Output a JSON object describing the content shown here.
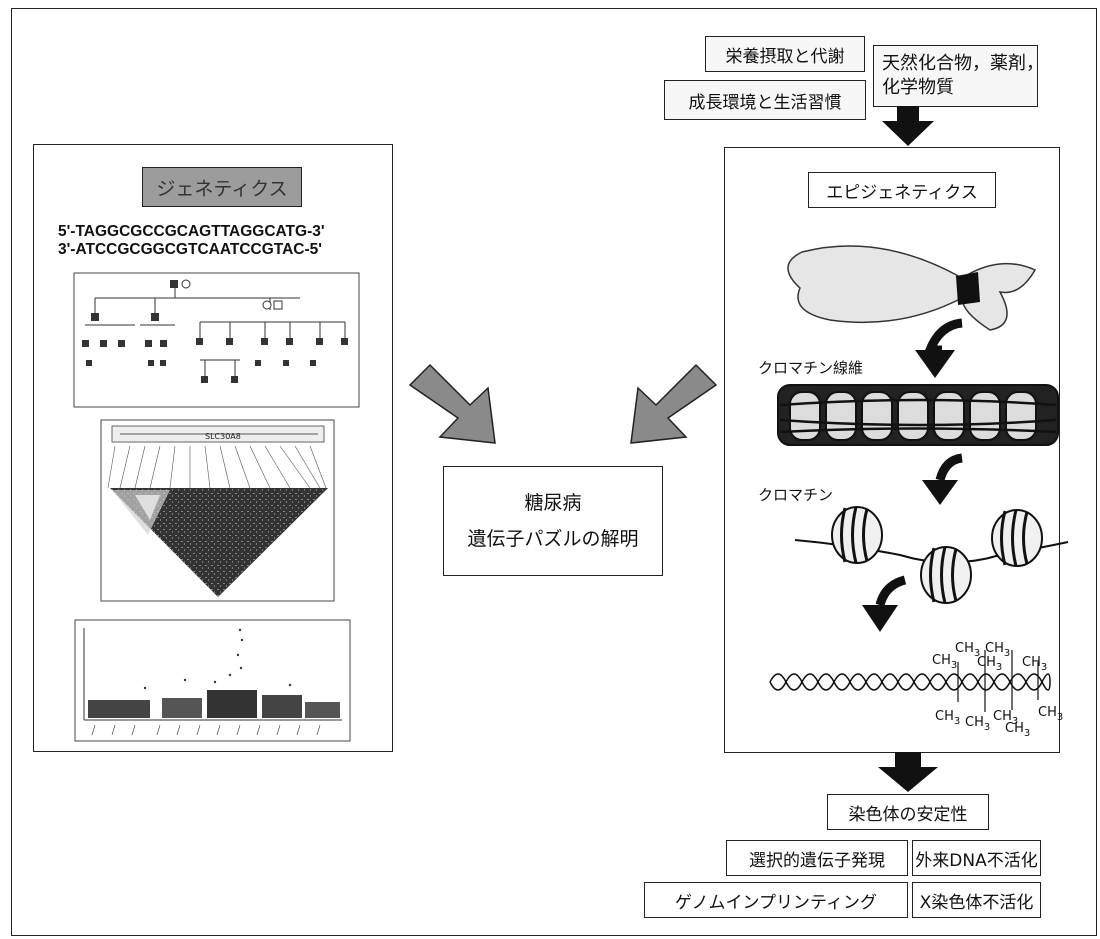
{
  "top_factors": {
    "nutrition": "栄養摂取と代謝",
    "environment": "成長環境と生活習慣",
    "chemicals_line1": "天然化合物，薬剤，",
    "chemicals_line2": "化学物質"
  },
  "genetics": {
    "title": "ジェネティクス",
    "sequence_top": "5'-TAGGCGCCGCAGTTAGGCATG-3'",
    "sequence_bottom": "3'-ATCCGCGGCGTCAATCCGTAC-5'",
    "ld_label": "SLC30A8"
  },
  "center": {
    "line1": "糖尿病",
    "line2": "遺伝子パズルの解明"
  },
  "epigenetics": {
    "title": "エピジェネティクス",
    "chromatin_fiber": "クロマチン線維",
    "chromatin": "クロマチン",
    "methyl": "CH",
    "methyl_sub": "3"
  },
  "outcomes": {
    "main": "染色体の安定性",
    "selective": "選択的遺伝子発現",
    "foreign": "外来DNA不活化",
    "imprinting": "ゲノムインプリンティング",
    "x_inactivation": "X染色体不活化"
  }
}
